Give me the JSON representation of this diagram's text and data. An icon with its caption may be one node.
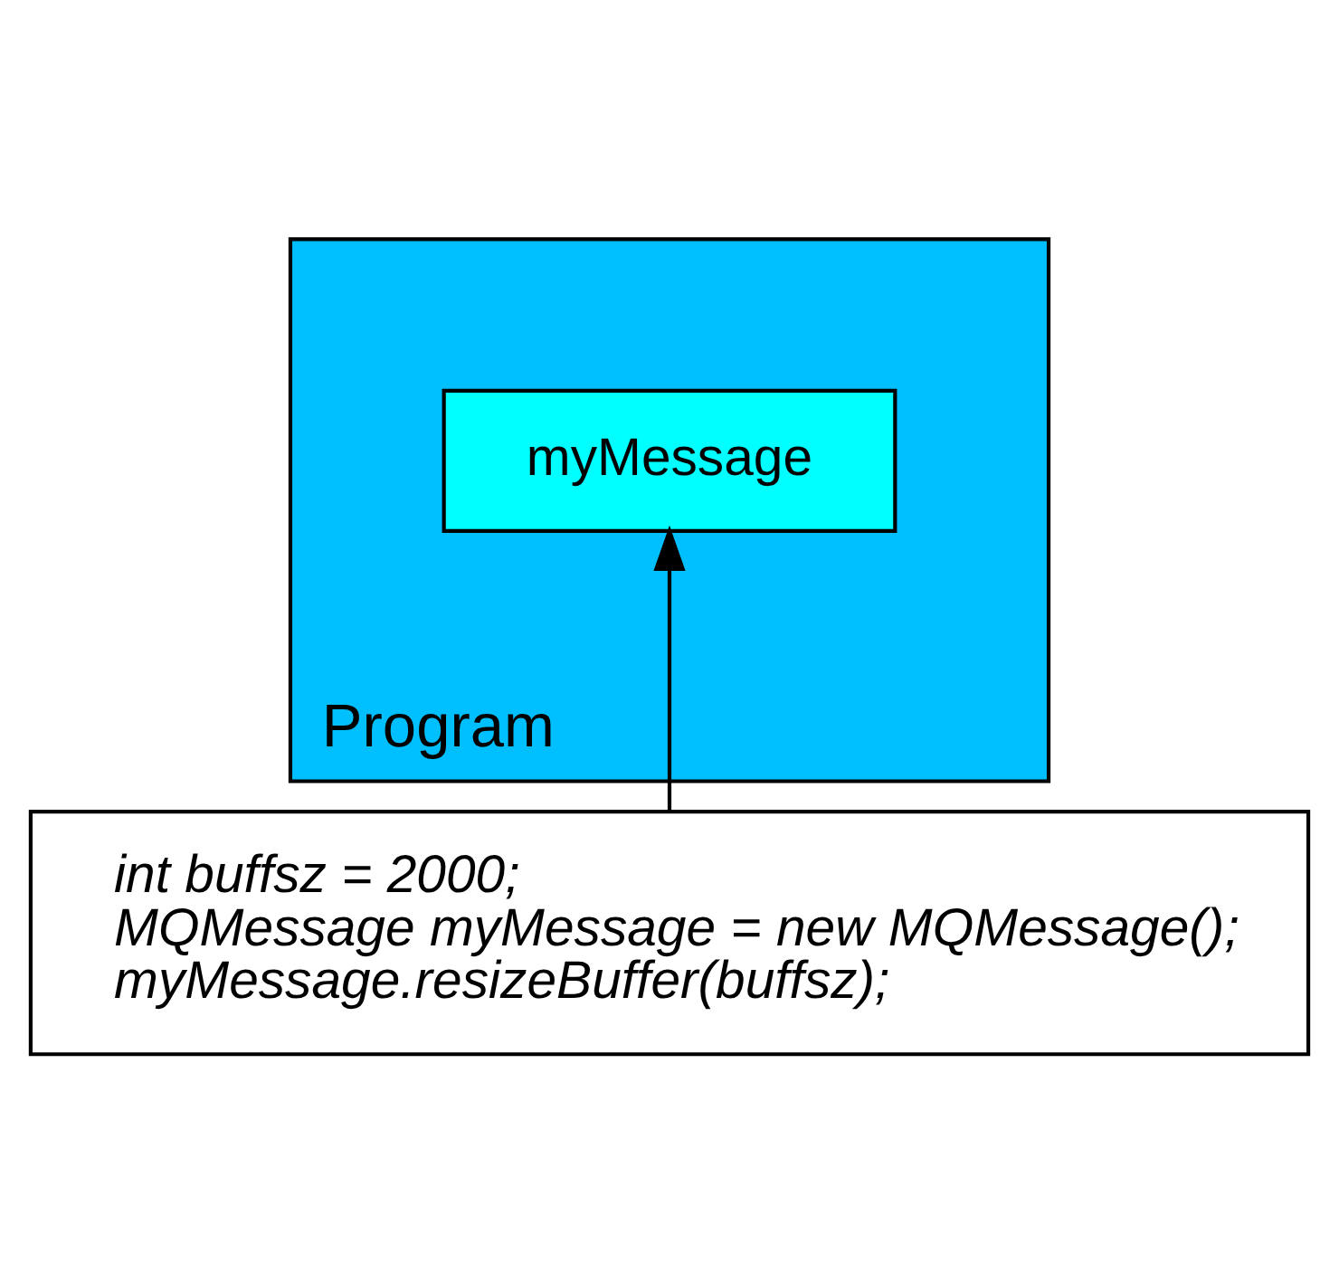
{
  "diagram": {
    "nodes": [
      {
        "text": [
          "Program"
        ]
      },
      {
        "text": [
          "myMessage"
        ],
        "in": 0
      },
      {
        "text": [
          "int buffsz = 2000;",
          "MQMessage myMessage = new MQMessage();",
          "myMessage.resizeBuffer(buffsz);"
        ]
      }
    ],
    "edges": [
      {
        "from": 2,
        "to": 1,
        "arrow": "to"
      }
    ]
  }
}
